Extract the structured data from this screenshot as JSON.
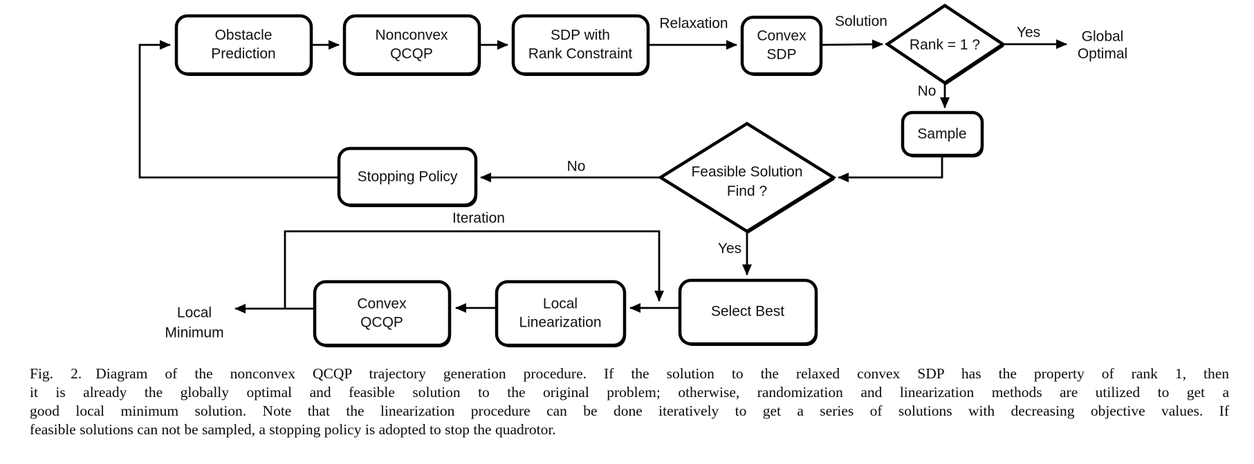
{
  "diagram": {
    "nodes": {
      "obstacle_prediction": {
        "type": "process",
        "lines": [
          "Obstacle",
          "Prediction"
        ]
      },
      "nonconvex_qcqp": {
        "type": "process",
        "lines": [
          "Nonconvex",
          "QCQP"
        ]
      },
      "sdp_with_rank_constraint": {
        "type": "process",
        "lines": [
          "SDP with",
          "Rank Constraint"
        ]
      },
      "convex_sdp": {
        "type": "process",
        "lines": [
          "Convex",
          "SDP"
        ]
      },
      "rank_decision": {
        "type": "decision",
        "lines": [
          "Rank = 1 ?"
        ]
      },
      "sample": {
        "type": "process",
        "lines": [
          "Sample"
        ]
      },
      "feasible_decision": {
        "type": "decision",
        "lines": [
          "Feasible Solution",
          "Find ?"
        ]
      },
      "stopping_policy": {
        "type": "process",
        "lines": [
          "Stopping Policy"
        ]
      },
      "select_best": {
        "type": "process",
        "lines": [
          "Select Best"
        ]
      },
      "local_linearization": {
        "type": "process",
        "lines": [
          "Local",
          "Linearization"
        ]
      },
      "convex_qcqp": {
        "type": "process",
        "lines": [
          "Convex",
          "QCQP"
        ]
      },
      "global_optimal": {
        "type": "terminal",
        "lines": [
          "Global",
          "Optimal"
        ]
      },
      "local_minimum": {
        "type": "terminal",
        "lines": [
          "Local",
          "Minimum"
        ]
      }
    },
    "edges": [
      {
        "from": "stopping_policy",
        "to": "obstacle_prediction",
        "label": ""
      },
      {
        "from": "obstacle_prediction",
        "to": "nonconvex_qcqp",
        "label": ""
      },
      {
        "from": "nonconvex_qcqp",
        "to": "sdp_with_rank_constraint",
        "label": ""
      },
      {
        "from": "sdp_with_rank_constraint",
        "to": "convex_sdp",
        "label": "Relaxation"
      },
      {
        "from": "convex_sdp",
        "to": "rank_decision",
        "label": "Solution"
      },
      {
        "from": "rank_decision",
        "to": "global_optimal",
        "label": "Yes"
      },
      {
        "from": "rank_decision",
        "to": "sample",
        "label": "No"
      },
      {
        "from": "sample",
        "to": "feasible_decision",
        "label": ""
      },
      {
        "from": "feasible_decision",
        "to": "stopping_policy",
        "label": "No"
      },
      {
        "from": "feasible_decision",
        "to": "select_best",
        "label": "Yes"
      },
      {
        "from": "select_best",
        "to": "local_linearization",
        "label": ""
      },
      {
        "from": "local_linearization",
        "to": "convex_qcqp",
        "label": ""
      },
      {
        "from": "convex_qcqp",
        "to": "local_minimum",
        "label": ""
      },
      {
        "from": "convex_qcqp",
        "to": "local_linearization",
        "label": "Iteration"
      }
    ],
    "colors": {
      "stroke": "#000000",
      "node_fill": "#ffffff",
      "text": "#111111"
    }
  },
  "caption": {
    "prefix": "Fig. 2.",
    "lines": [
      "Diagram of the nonconvex QCQP trajectory generation procedure. If the solution to the relaxed convex SDP has the property of rank 1, then",
      "it is already the globally optimal and feasible solution to the original problem; otherwise, randomization and linearization methods are utilized to get a",
      "good local minimum solution. Note that the linearization procedure can be done iteratively to get a series of solutions with decreasing objective values. If",
      "feasible solutions can not be sampled, a stopping policy is adopted to stop the quadrotor."
    ]
  }
}
